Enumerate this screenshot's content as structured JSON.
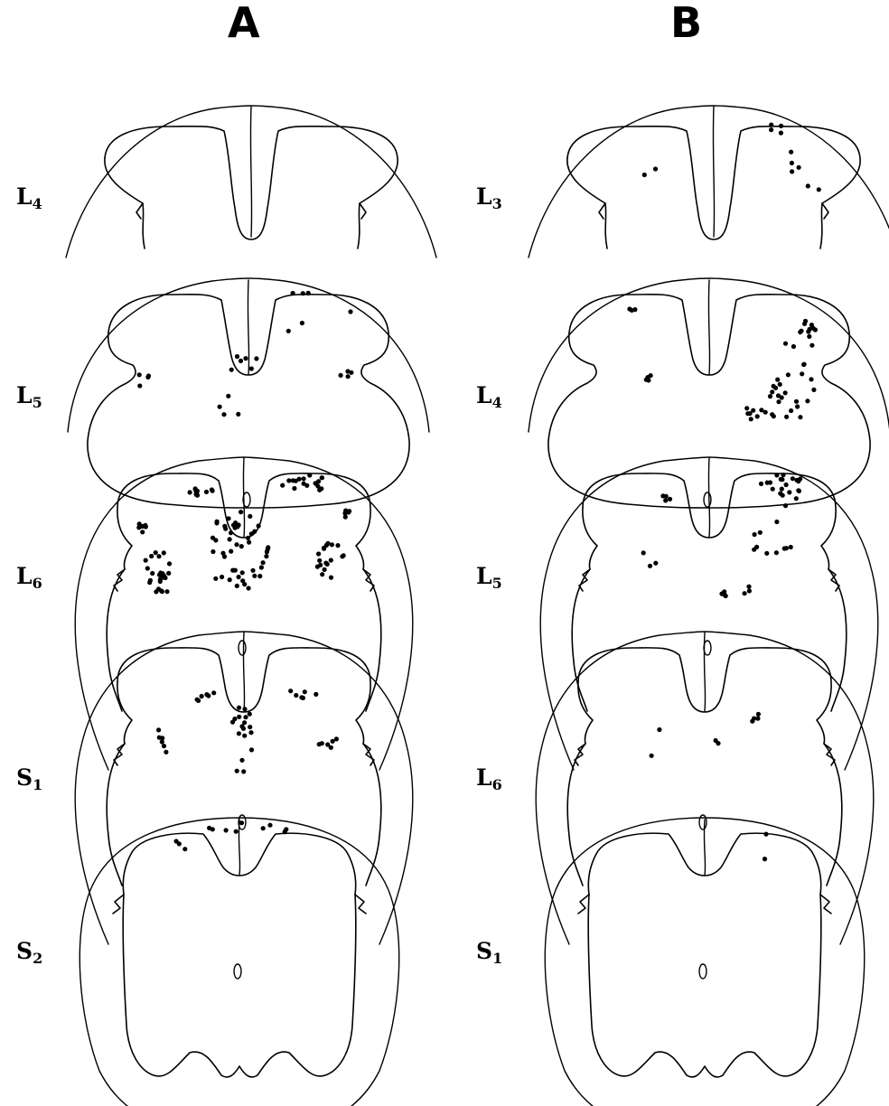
{
  "columns": [
    {
      "id": "A",
      "heading": "A",
      "sections": [
        {
          "level": "L",
          "sub": "4"
        },
        {
          "level": "L",
          "sub": "5"
        },
        {
          "level": "L",
          "sub": "6"
        },
        {
          "level": "S",
          "sub": "1"
        },
        {
          "level": "S",
          "sub": "2"
        }
      ]
    },
    {
      "id": "B",
      "heading": "B",
      "sections": [
        {
          "level": "L",
          "sub": "3"
        },
        {
          "level": "L",
          "sub": "4"
        },
        {
          "level": "L",
          "sub": "5"
        },
        {
          "level": "L",
          "sub": "6"
        },
        {
          "level": "S",
          "sub": "1"
        }
      ]
    }
  ],
  "labeled_cell_counts": {
    "A": [
      0,
      24,
      130,
      42,
      12
    ],
    "B": [
      12,
      52,
      45,
      8,
      2
    ]
  }
}
